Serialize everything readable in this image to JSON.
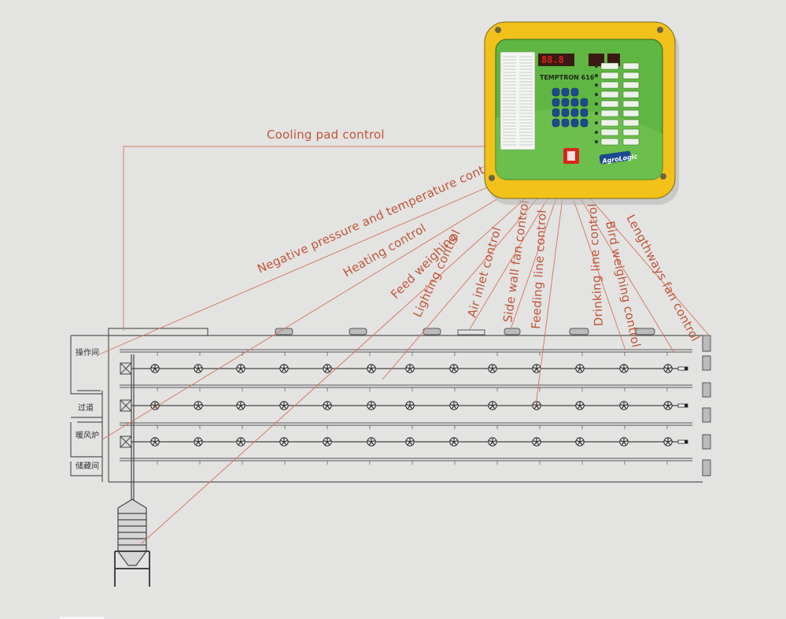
{
  "controller": {
    "model": "TEMPTRON 616",
    "brand": "AgroLogic",
    "colors": {
      "frame": "#f2c21a",
      "panel": "#5fb642",
      "display": "#d8261e",
      "keys": "#1d4a8c"
    }
  },
  "control_labels": [
    "Cooling pad control",
    "Negative pressure and temperature control",
    "Heating control",
    "Feed weighing",
    "Lighting control",
    "Air inlet control",
    "Side wall fan control",
    "Feeding line control",
    "Drinking line control",
    "Bird weighing control",
    "Lengthways fan control"
  ],
  "rooms": [
    "操作间",
    "过道",
    "暖风炉",
    "储藏间"
  ],
  "colors": {
    "leader_line": "#d8735a",
    "label": "#c25536",
    "structure": "#555555"
  }
}
